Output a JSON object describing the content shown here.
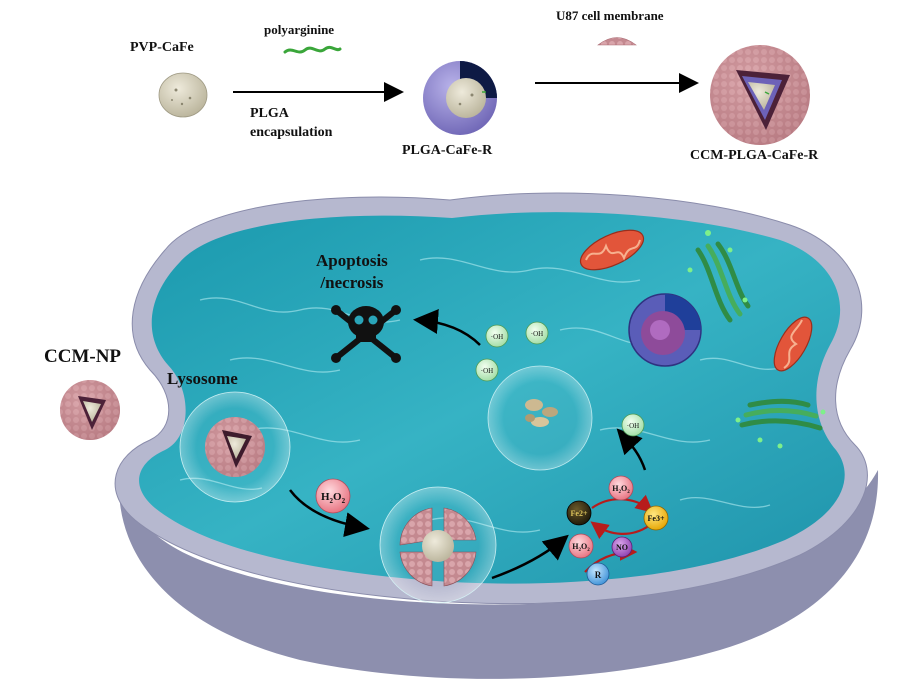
{
  "labels": {
    "pvp_cafe": "PVP-CaFe",
    "polyarginine": "polyarginine",
    "plga_encapsulation_line1": "PLGA",
    "plga_encapsulation_line2": "encapsulation",
    "plga_cafe_r": "PLGA-CaFe-R",
    "u87_membrane": "U87 cell membrane",
    "ccm_plga_cafe_r": "CCM-PLGA-CaFe-R",
    "ccm_np": "CCM-NP",
    "lysosome": "Lysosome",
    "apoptosis_line1": "Apoptosis",
    "apoptosis_line2": "/necrosis"
  },
  "molecules": {
    "oh": "·OH",
    "h2o2_main": "H",
    "h2o2_sub": "2",
    "h2o2_o": "O",
    "h2o2_sub2": "2",
    "fe2": "Fe2+",
    "fe3": "Fe3+",
    "no": "NO",
    "r": "R"
  },
  "colors": {
    "cell_fill": "#27a4b8",
    "cell_rim": "#9a9cb8",
    "membrane_pink": "#c98f95",
    "plga_purple": "#7d74c4",
    "core_beige": "#d6d2bd",
    "polyarginine_green": "#3aa63a"
  },
  "icons": [
    "skull-crossbones-icon",
    "mitochondria-icon",
    "golgi-icon",
    "nucleus-icon"
  ]
}
